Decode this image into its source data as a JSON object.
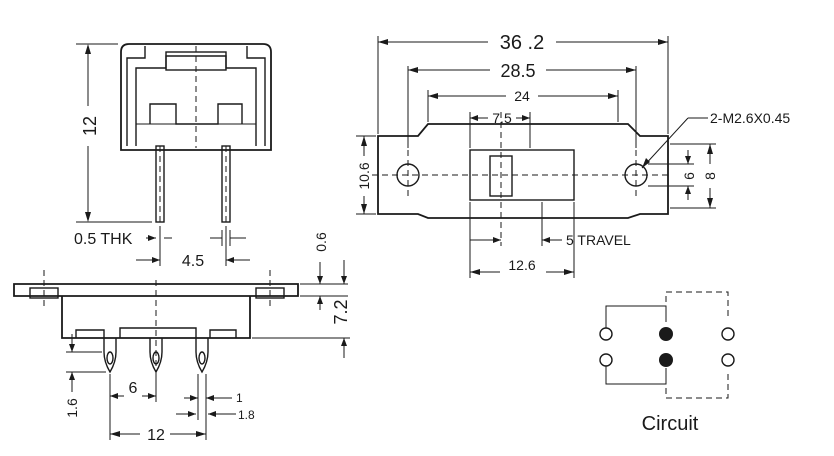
{
  "front_view": {
    "height": "12",
    "thickness": "0.5 THK",
    "pin_spacing": "4.5"
  },
  "top_view": {
    "overall_length": "36 .2",
    "hole_spacing": "28.5",
    "body_length": "24",
    "actuator_width": "7.5",
    "screw_note": "2-M2.6X0.45",
    "flange_height": "10.6",
    "hole_dia": "6",
    "body_height": "8",
    "travel": "5 TRAVEL",
    "slider_length": "12.6"
  },
  "side_view": {
    "gap": "0.6",
    "height": "7.2",
    "pin_length": "1.6",
    "pitch": "6",
    "pin_width": "1",
    "pin_hole": "1.8",
    "span": "12"
  },
  "circuit": {
    "label": "Circuit"
  }
}
